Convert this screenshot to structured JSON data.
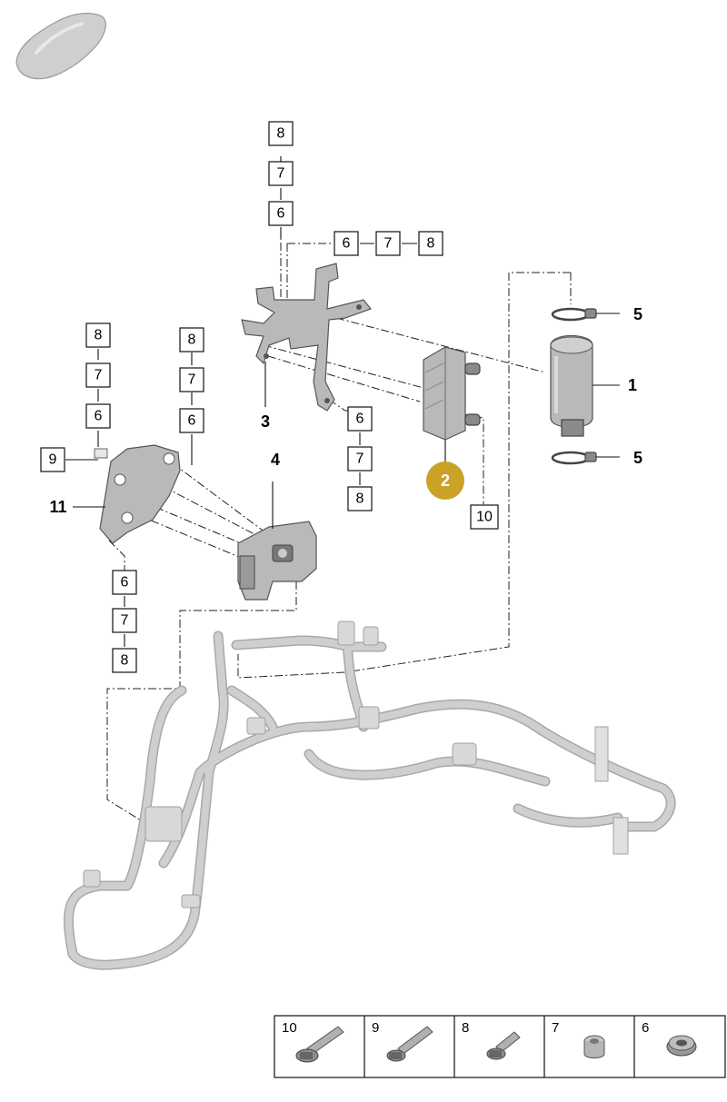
{
  "callouts": {
    "part_1": "1",
    "part_2": "2",
    "part_3": "3",
    "part_4": "4",
    "part_5_top": "5",
    "part_5_bottom": "5",
    "part_11": "11"
  },
  "stack_top": [
    "8",
    "7",
    "6"
  ],
  "stack_row_top": [
    "6",
    "7",
    "8"
  ],
  "stack_left_1": [
    "8",
    "7",
    "6"
  ],
  "stack_left_2": [
    "8",
    "7",
    "6"
  ],
  "stack_mid_3": [
    "6",
    "7",
    "8"
  ],
  "stack_bottom_left": [
    "6",
    "7",
    "8"
  ],
  "box_9": "9",
  "box_10": "10",
  "fasteners": [
    {
      "number": "10",
      "icon": "long-bolt-flange-icon"
    },
    {
      "number": "9",
      "icon": "stud-bolt-icon"
    },
    {
      "number": "8",
      "icon": "short-bolt-icon"
    },
    {
      "number": "7",
      "icon": "spacer-bushing-icon"
    },
    {
      "number": "6",
      "icon": "grommet-icon"
    }
  ],
  "colors": {
    "highlight": "#c9a227",
    "part_gray": "#b9b9b9",
    "harness_gray": "#cfcfcf"
  }
}
